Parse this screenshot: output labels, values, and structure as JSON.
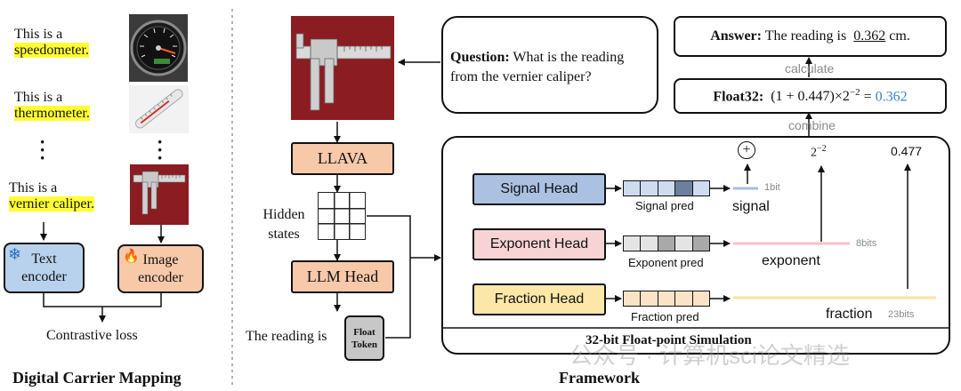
{
  "left": {
    "desc1_prefix": "This is a",
    "desc1_word": "speedometer.",
    "desc2_prefix": "This is a",
    "desc2_word": "thermometer.",
    "desc3_prefix": "This is a",
    "desc3_word": "vernier caliper.",
    "text_encoder": "Text encoder",
    "image_encoder": "Image encoder",
    "contrastive_loss": "Contrastive loss",
    "title": "Digital Carrier Mapping"
  },
  "framework": {
    "title": "Framework",
    "question_bold": "Question:",
    "question_text": "What is the reading from the vernier caliper?",
    "llava": "LLAVA",
    "hidden_states": "Hidden states",
    "llm_head": "LLM Head",
    "reading_is": "The reading is",
    "float_token": "Float Token",
    "answer_bold": "Answer:",
    "answer_text": "The reading is",
    "answer_value": "0.362",
    "answer_unit": "cm.",
    "calculate": "calculate",
    "float32_bold": "Float32:",
    "float32_formula": "(1 + 0.447)×2",
    "float32_exp": "−2",
    "float32_eq": " = ",
    "float32_value": "0.362",
    "combine": "combine",
    "sim_title": "32-bit Float-point Simulation",
    "plus": "+",
    "two_pow": "2",
    "two_pow_exp": "−2",
    "fraction_value": "0.477",
    "signal_head": "Signal Head",
    "signal_pred": "Signal pred",
    "signal": "signal",
    "signal_bits": "1bit",
    "exponent_head": "Exponent Head",
    "exponent_pred": "Exponent pred",
    "exponent": "exponent",
    "exponent_bits": "8bits",
    "fraction_head": "Fraction Head",
    "fraction_pred": "Fraction pred",
    "fraction": "fraction",
    "fraction_bits": "23bits"
  },
  "watermark": "公众号 · 计算机sci论文精选",
  "colors": {
    "highlight": "#ffff33",
    "text_encoder": "#b8d1ec",
    "image_encoder": "#f7c9a9",
    "llava": "#f7c9a9",
    "signal_head": "#aac1e2",
    "exponent_head": "#f7d3d6",
    "fraction_head": "#fbe7a8",
    "blue_value": "#3b7fd1"
  }
}
